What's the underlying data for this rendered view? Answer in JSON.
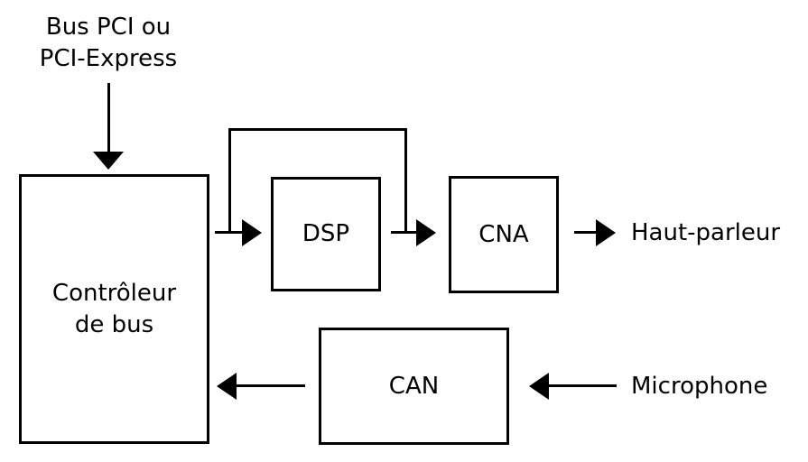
{
  "diagram": {
    "background_color": "#ffffff",
    "stroke_color": "#000000",
    "text_color": "#000000",
    "source_label": {
      "line1": "Bus PCI ou",
      "line2": "PCI-Express"
    },
    "blocks": {
      "controller": {
        "line1": "Contrôleur",
        "line2": "de bus"
      },
      "dsp": {
        "label": "DSP"
      },
      "cna": {
        "label": "CNA"
      },
      "can": {
        "label": "CAN"
      }
    },
    "peripherals": {
      "speaker": "Haut-parleur",
      "microphone": "Microphone"
    },
    "connections": [
      {
        "from": "Bus PCI ou PCI-Express",
        "to": "Contrôleur de bus",
        "direction": "down"
      },
      {
        "from": "Contrôleur de bus",
        "to": "DSP",
        "direction": "right"
      },
      {
        "from": "Contrôleur de bus",
        "to": "CNA",
        "direction": "right",
        "via": "bypass line routed over the DSP block"
      },
      {
        "from": "DSP",
        "to": "CNA",
        "direction": "right"
      },
      {
        "from": "CNA",
        "to": "Haut-parleur",
        "direction": "right"
      },
      {
        "from": "Microphone",
        "to": "CAN",
        "direction": "left"
      },
      {
        "from": "CAN",
        "to": "Contrôleur de bus",
        "direction": "left"
      }
    ]
  }
}
